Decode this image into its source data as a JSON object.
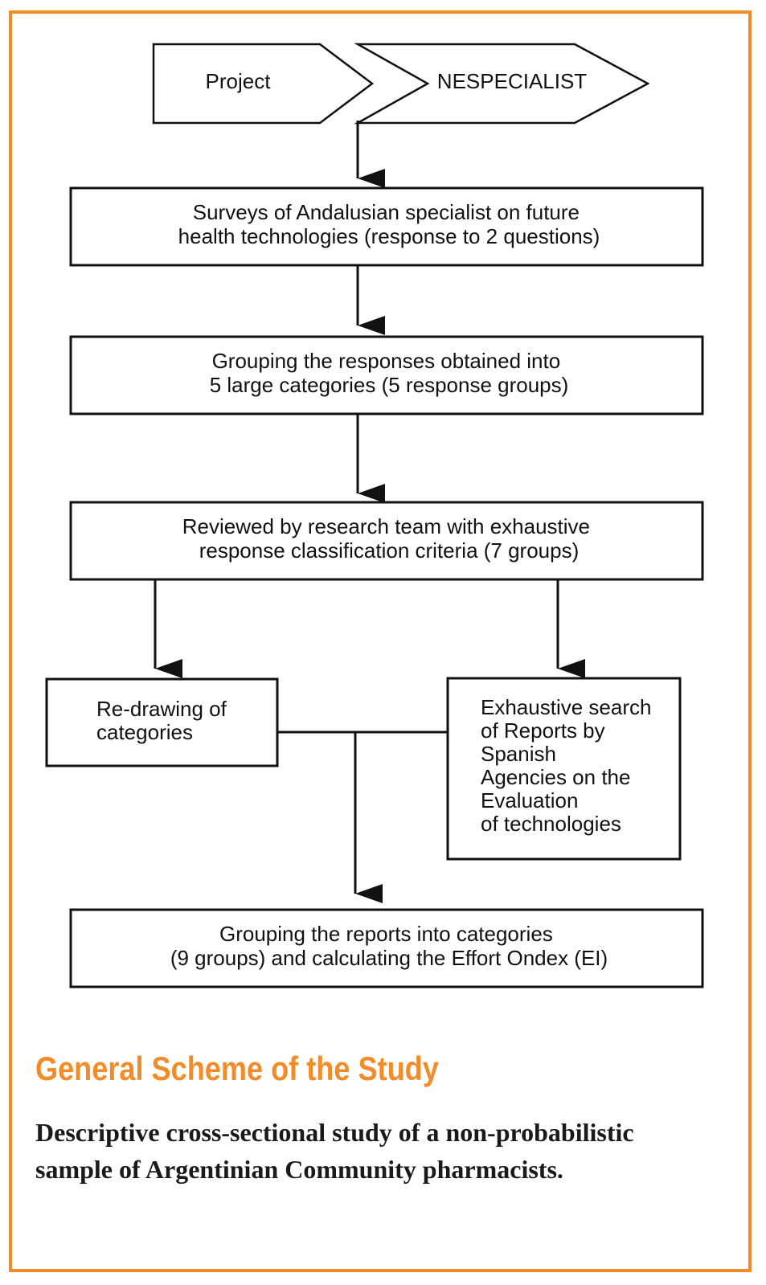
{
  "diagram": {
    "nodes": {
      "project": {
        "lines": [
          "Project"
        ]
      },
      "nespecialist": {
        "lines": [
          "NESPECIALIST"
        ]
      },
      "surveys": {
        "lines": [
          "Surveys of Andalusian specialist on future",
          "health technologies (response to 2 questions)"
        ]
      },
      "grouping_responses": {
        "lines": [
          "Grouping the responses obtained into",
          "5 large categories (5 response groups)"
        ]
      },
      "reviewed": {
        "lines": [
          "Reviewed by research team with exhaustive",
          "response classification criteria (7 groups)"
        ]
      },
      "redrawing": {
        "lines": [
          "Re-drawing of",
          "categories"
        ]
      },
      "exhaustive_search": {
        "lines": [
          "Exhaustive search",
          "of Reports by",
          "Spanish",
          "Agencies on the",
          "Evaluation",
          "of technologies"
        ]
      },
      "grouping_reports": {
        "lines": [
          "Grouping the reports into categories",
          "(9 groups) and calculating the Effort Ondex (EI)"
        ]
      }
    },
    "edges": [
      {
        "from": "nespecialist",
        "to": "surveys"
      },
      {
        "from": "surveys",
        "to": "grouping_responses"
      },
      {
        "from": "grouping_responses",
        "to": "reviewed"
      },
      {
        "from": "reviewed",
        "to": "redrawing"
      },
      {
        "from": "reviewed",
        "to": "exhaustive_search"
      },
      {
        "from": "redrawing",
        "to": "grouping_reports"
      },
      {
        "from": "exhaustive_search",
        "to": "grouping_reports"
      }
    ]
  },
  "caption": {
    "title": "General Scheme of the Study",
    "description_lines": [
      "Descriptive cross-sectional study of a non-probabilistic",
      "sample of Argentinian Community pharmacists."
    ]
  },
  "colors": {
    "accent": "#f28c28",
    "ink": "#111111"
  }
}
